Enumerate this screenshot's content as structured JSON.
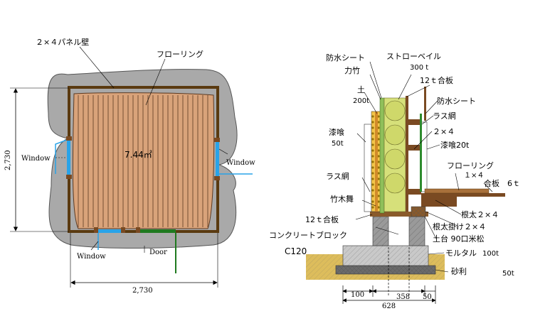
{
  "plan": {
    "wall_label": "２×４パネル壁",
    "floor_label": "フローリング",
    "area": "7.44㎡",
    "dim_left": "2,730",
    "dim_bottom": "2,730",
    "window_left": "Window",
    "window_right": "Window",
    "window_bottom": "Window",
    "door": "Door"
  },
  "section": {
    "waterproof_sheet_top": "防水シート",
    "straw_bale": "ストローベイル",
    "straw_bale_thk": "300 t",
    "bamboo": "力竹",
    "plywood_12t_top": "12ｔ合板",
    "soil": "土",
    "soil_thk": "200t",
    "waterproof_sheet_right": "防水シート",
    "lath_mesh_right": "ラス網",
    "plaster_left": "漆喰",
    "plaster_left_thk": "50t",
    "two_by_four": "２×４",
    "plaster_right": "漆喰20t",
    "flooring": "フローリング",
    "flooring_size": "１×４",
    "plywood_6t": "合板　6ｔ",
    "lath_mesh_left": "ラス網",
    "bamboo_lath": "竹木舞",
    "joist": "根太２×４",
    "plywood_12t_bottom": "12ｔ合板",
    "joist_hanger": "根太掛け２×４",
    "concrete_block": "コンクリートブロック",
    "sill": "土台 90口米松",
    "footing": "C120",
    "mortar": "モルタル",
    "mortar_thk": "100t",
    "gravel": "砂利",
    "gravel_thk": "50t",
    "dim_100": "100",
    "dim_358": "358",
    "dim_50": "50",
    "dim_628": "628"
  },
  "colors": {
    "wall_fill": "#a9a9a9",
    "floor_fill": "#d9a37a",
    "floor_line": "#5c3a22",
    "wood": "#7a4a22",
    "window_blue": "#29a3e8",
    "door_green": "#1f7a1f",
    "straw": "#d6e07a",
    "soil": "#f3c54a",
    "concrete": "#c9c9c9",
    "ground": "#d9b64a"
  }
}
